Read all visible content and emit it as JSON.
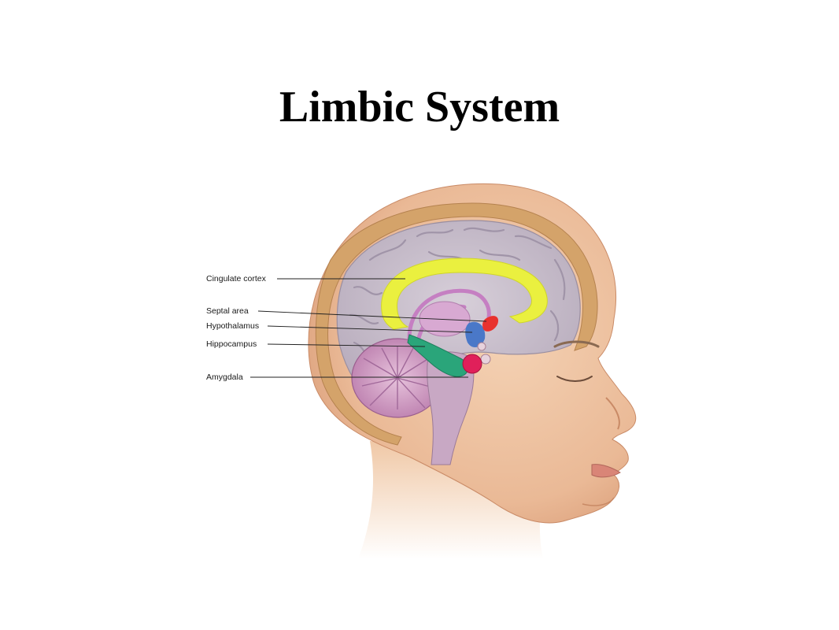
{
  "slide": {
    "title": "Limbic System"
  },
  "diagram": {
    "labels": [
      {
        "id": "cingulate",
        "text": "Cingulate cortex",
        "color": "#e6ee3a"
      },
      {
        "id": "septal",
        "text": "Septal area",
        "color": "#e8322e"
      },
      {
        "id": "hypothalamus",
        "text": "Hypothalamus",
        "color": "#4a78c8"
      },
      {
        "id": "hippocampus",
        "text": "Hippocampus",
        "color": "#2aa57a"
      },
      {
        "id": "amygdala",
        "text": "Amygdala",
        "color": "#e0205a"
      }
    ],
    "colors": {
      "skin": "#f0c8a6",
      "skin_shadow": "#d9a07a",
      "skull": "#d6a56a",
      "brain": "#c9bfcc",
      "brain_gyri": "#b3a8b8",
      "brainstem": "#c9a9c4",
      "cerebellum": "#c995be",
      "fornix": "#c984c4"
    }
  }
}
